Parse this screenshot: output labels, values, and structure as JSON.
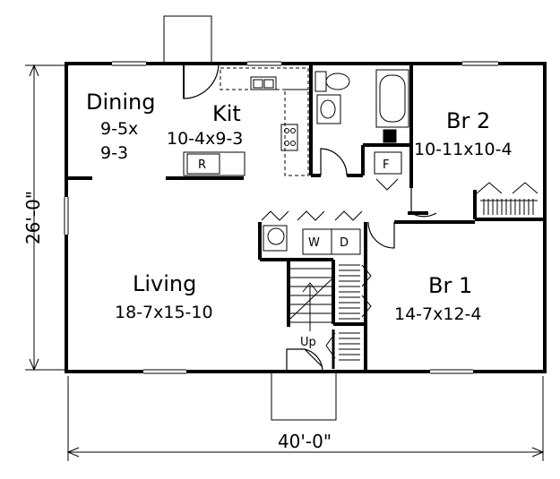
{
  "rooms": {
    "dining": {
      "name": "Dining",
      "dim1": "9-5x",
      "dim2": "9-3"
    },
    "kitchen": {
      "name": "Kit",
      "dim": "10-4x9-3"
    },
    "bedroom2": {
      "name": "Br 2",
      "dim": "10-11x10-4"
    },
    "living": {
      "name": "Living",
      "dim": "18-7x15-10"
    },
    "bedroom1": {
      "name": "Br 1",
      "dim": "14-7x12-4"
    }
  },
  "fixtures": {
    "refrigerator": "R",
    "furnace": "F",
    "washer": "W",
    "dryer": "D",
    "stairs": "Up"
  },
  "overall": {
    "depth": "26'-0\"",
    "width": "40'-0\""
  }
}
